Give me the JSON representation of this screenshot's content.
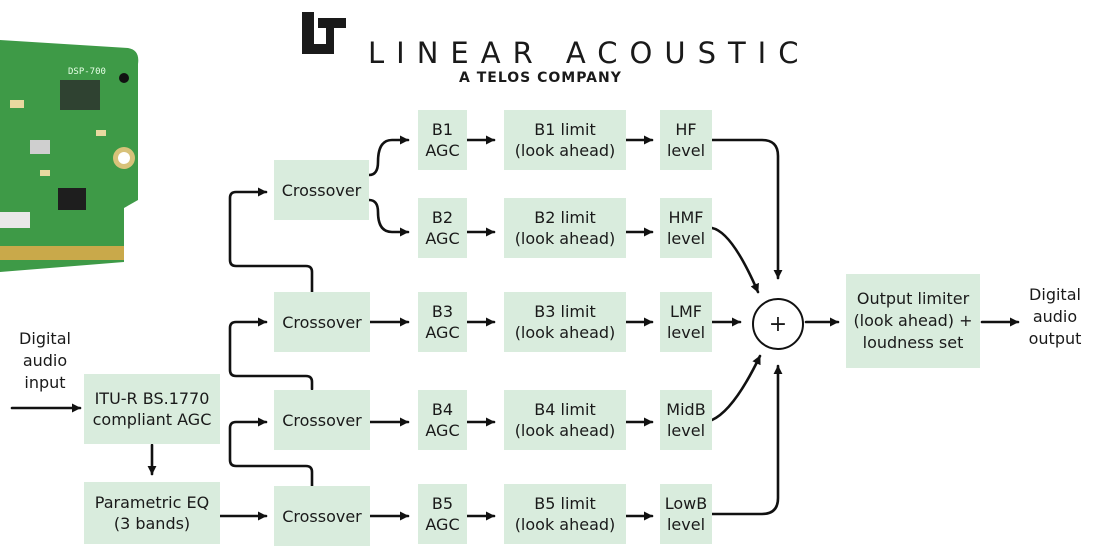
{
  "logo": {
    "wordmark": "LINEAR ACOUSTIC",
    "tagline": "A TELOS COMPANY"
  },
  "board": {
    "label": "DSP-700"
  },
  "io": {
    "input": [
      "Digital",
      "audio",
      "input"
    ],
    "output": [
      "Digital",
      "audio",
      "output"
    ]
  },
  "blocks": {
    "agc_main": [
      "ITU-R BS.1770",
      "compliant AGC"
    ],
    "peq": [
      "Parametric EQ",
      "(3 bands)"
    ],
    "crossover": "Crossover",
    "sum_symbol": "+",
    "output_limiter": [
      "Output limiter",
      "(look ahead) +",
      "loudness set"
    ]
  },
  "bands": [
    {
      "agc": [
        "B1",
        "AGC"
      ],
      "limit": [
        "B1 limit",
        "(look ahead)"
      ],
      "level": [
        "HF",
        "level"
      ]
    },
    {
      "agc": [
        "B2",
        "AGC"
      ],
      "limit": [
        "B2 limit",
        "(look ahead)"
      ],
      "level": [
        "HMF",
        "level"
      ]
    },
    {
      "agc": [
        "B3",
        "AGC"
      ],
      "limit": [
        "B3 limit",
        "(look ahead)"
      ],
      "level": [
        "LMF",
        "level"
      ]
    },
    {
      "agc": [
        "B4",
        "AGC"
      ],
      "limit": [
        "B4 limit",
        "(look ahead)"
      ],
      "level": [
        "MidB",
        "level"
      ]
    },
    {
      "agc": [
        "B5",
        "AGC"
      ],
      "limit": [
        "B5 limit",
        "(look ahead)"
      ],
      "level": [
        "LowB",
        "level"
      ]
    }
  ],
  "colors": {
    "block_fill": "#d9ecdd",
    "wire": "#111111",
    "board_green": "#3e9a47"
  }
}
